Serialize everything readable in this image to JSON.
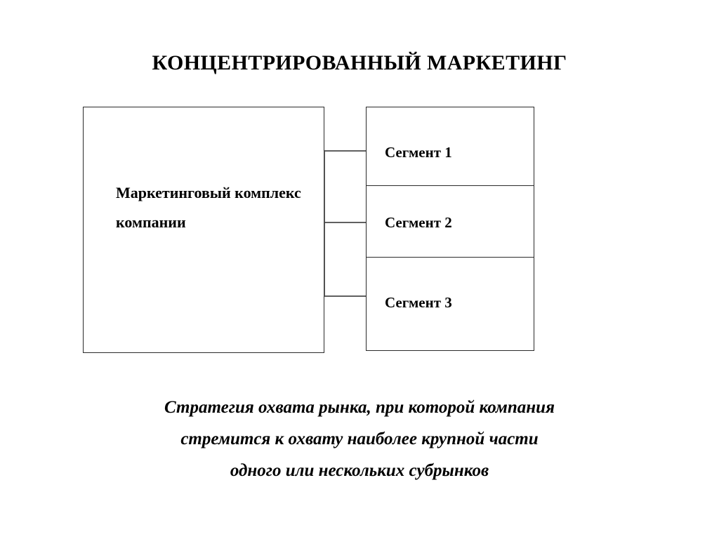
{
  "slide": {
    "title": "КОНЦЕНТРИРОВАННЫЙ МАРКЕТИНГ",
    "background_color": "#ffffff",
    "line_color": "#2b2b2b",
    "text_color": "#000000"
  },
  "diagram": {
    "main_box": {
      "label": "Маркетинговый комплекс компании",
      "label_lines": [
        "Маркетинговы",
        "й комплекс",
        "компании"
      ]
    },
    "segments": [
      {
        "label": "Сегмент 1"
      },
      {
        "label": "Сегмент 2"
      },
      {
        "label": "Сегмент 3"
      }
    ],
    "connector_count": 3
  },
  "caption": {
    "text": "Стратегия охвата рынка, при которой компания стремится к охвату наиболее крупной части одного или нескольких субрынков",
    "lines": [
      "Стратегия охвата рынка, при которой компания",
      "стремится к охвату наиболее крупной части",
      "одного или нескольких субрынков"
    ]
  }
}
